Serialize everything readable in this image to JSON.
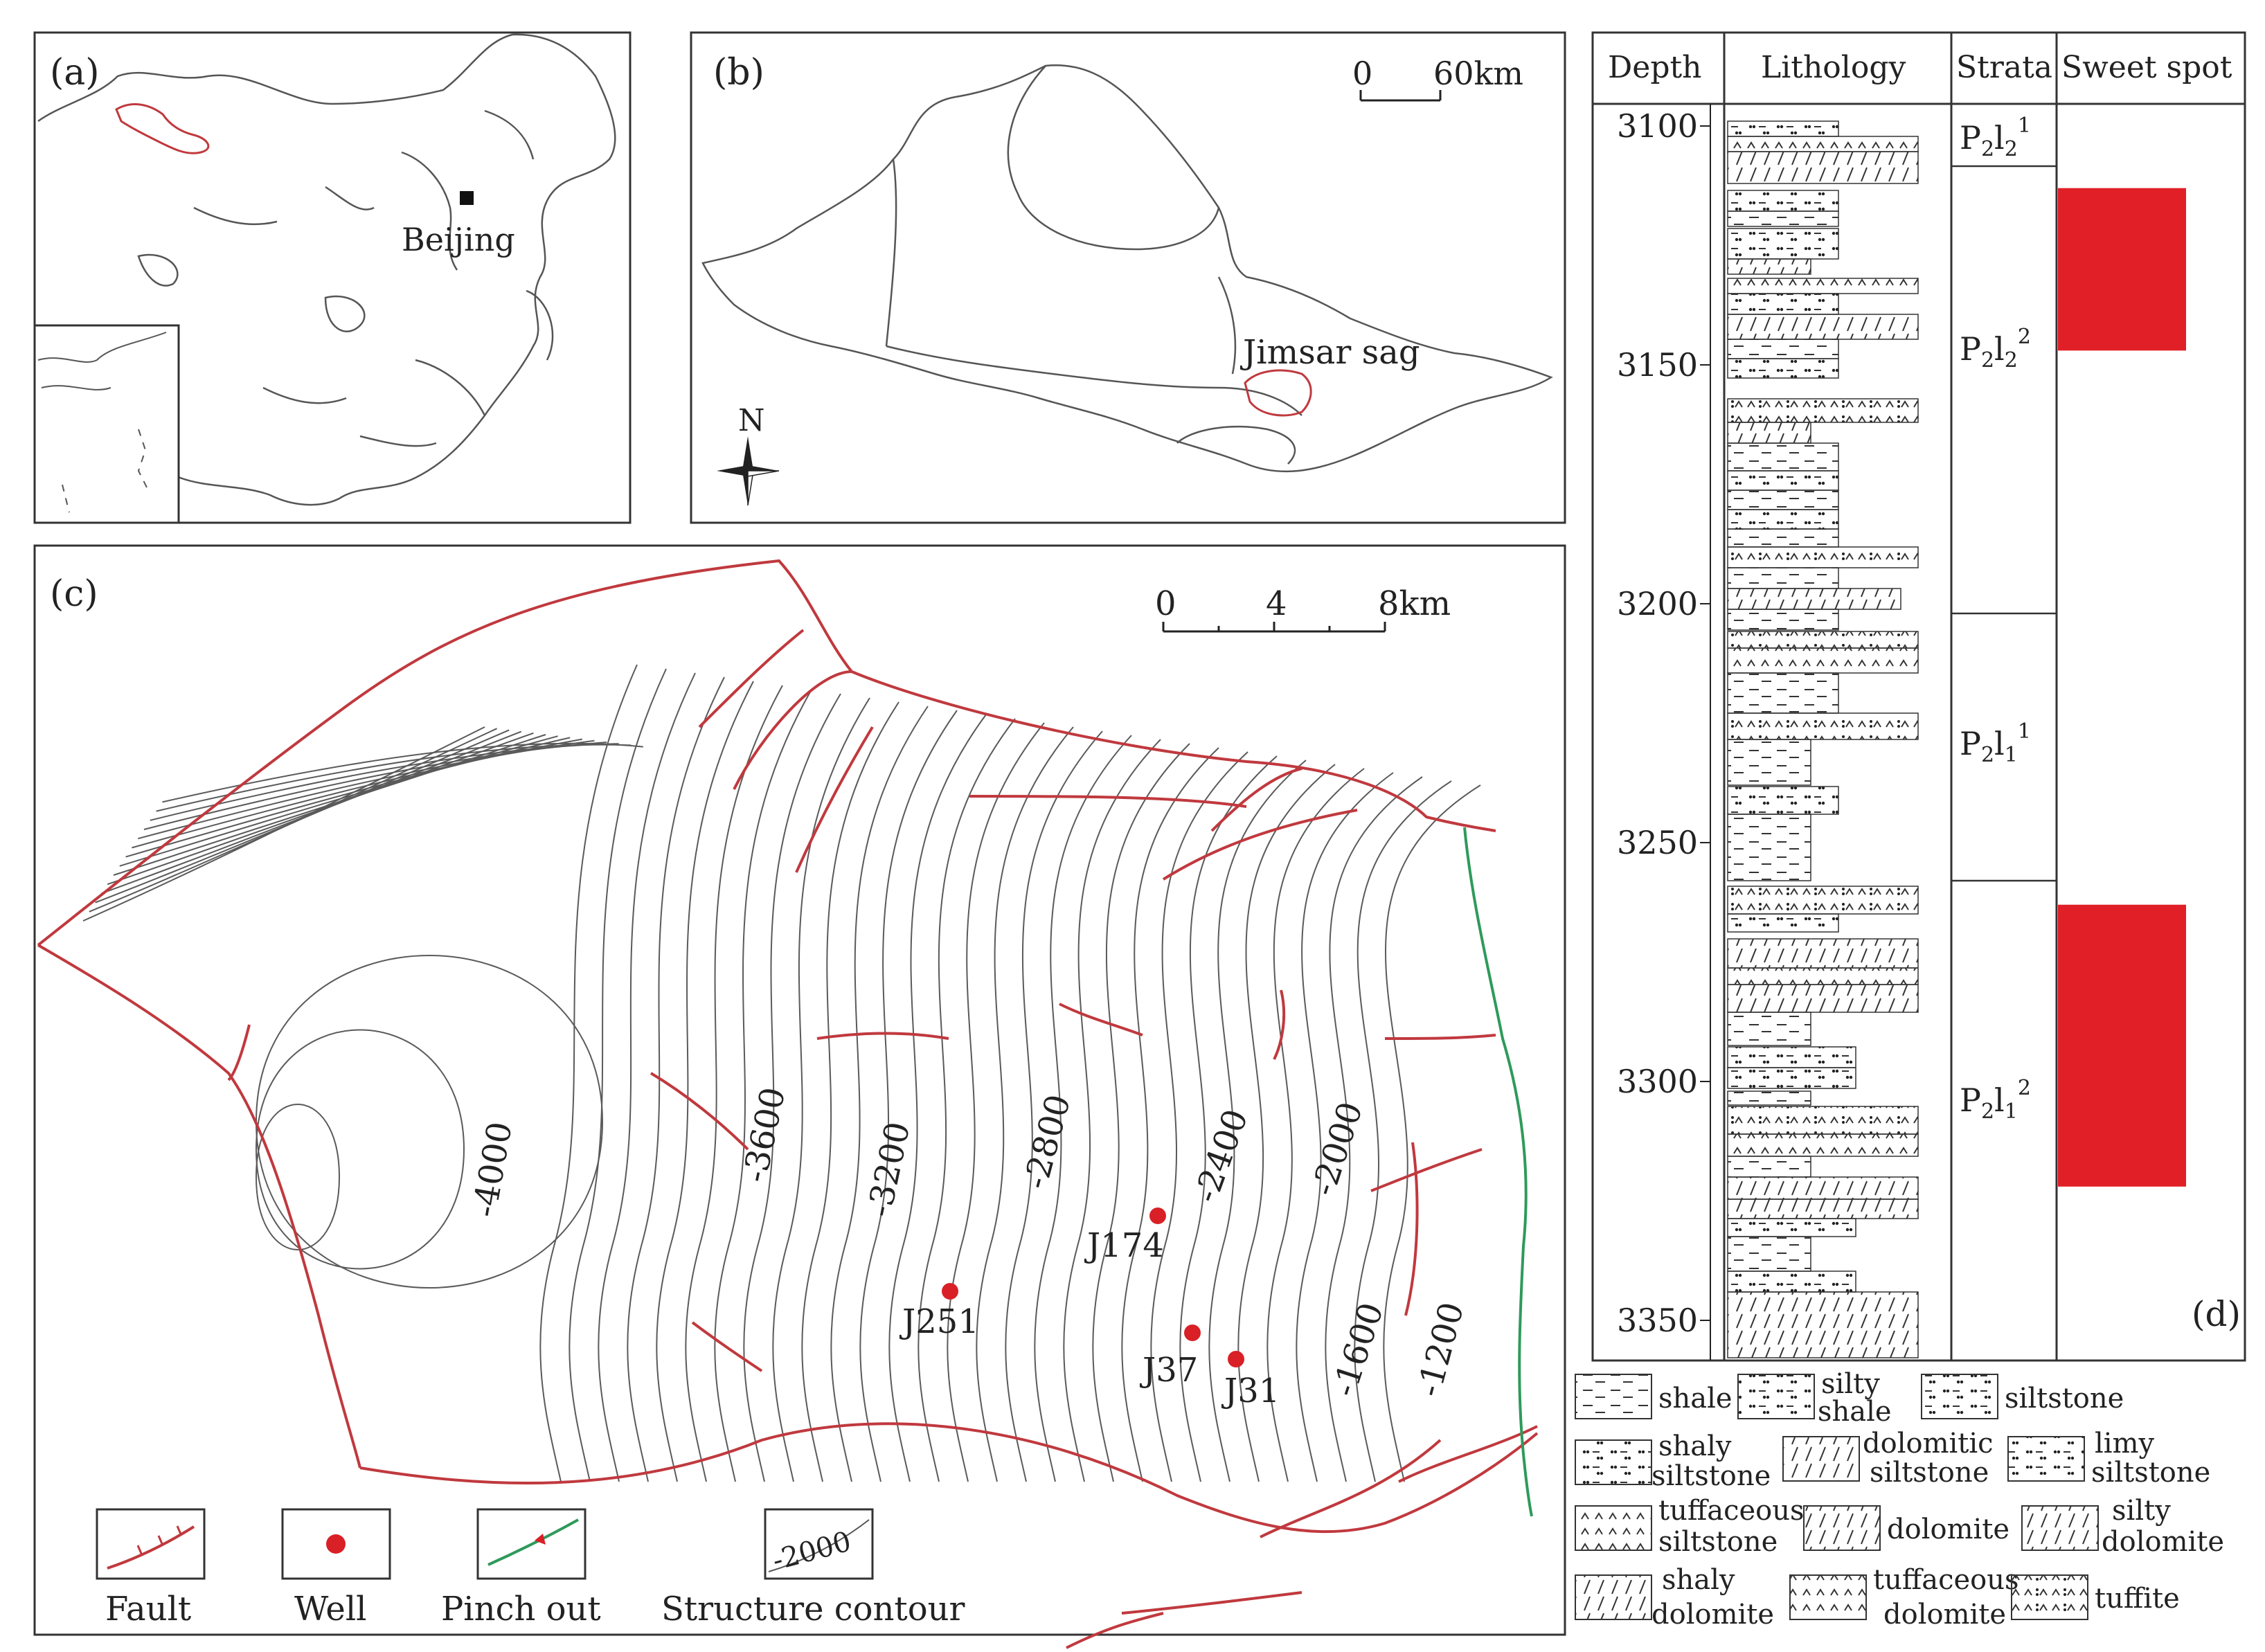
{
  "panel_a": {
    "label": "(a)",
    "city": "Beijing"
  },
  "panel_b": {
    "label": "(b)",
    "scale": {
      "start": "0",
      "end": "60km"
    },
    "north": "N",
    "sag_label": "Jimsar sag"
  },
  "panel_c": {
    "label": "(c)",
    "scale": {
      "ticks": [
        "0",
        "4",
        "8km"
      ]
    },
    "contour_labels": [
      "-4000",
      "-3600",
      "-3200",
      "-2800",
      "-2400",
      "-2000",
      "-1600",
      "-1200"
    ],
    "wells": [
      "J174",
      "J251",
      "J37",
      "J31"
    ],
    "legend": [
      {
        "label": "Fault",
        "icon": "fault-icon"
      },
      {
        "label": "Well",
        "icon": "well-icon"
      },
      {
        "label": "Pinch out",
        "icon": "pinch-out-icon"
      },
      {
        "label": "Structure contour",
        "icon": "structure-contour-icon",
        "sample": "-2000"
      }
    ]
  },
  "panel_d": {
    "label": "(d)",
    "headers": [
      "Depth",
      "Lithology",
      "Strata",
      "Sweet spot"
    ],
    "depth_ticks": [
      "3100",
      "3150",
      "3200",
      "3250",
      "3300",
      "3350"
    ],
    "strata": [
      {
        "main": "P",
        "sub1": "2",
        "mid": "l",
        "sub2": "2",
        "sup": "1"
      },
      {
        "main": "P",
        "sub1": "2",
        "mid": "l",
        "sub2": "2",
        "sup": "2"
      },
      {
        "main": "P",
        "sub1": "2",
        "mid": "l",
        "sub2": "1",
        "sup": "1"
      },
      {
        "main": "P",
        "sub1": "2",
        "mid": "l",
        "sub2": "1",
        "sup": "2"
      }
    ],
    "sweet_spots": [
      {
        "top_m": 3113,
        "bottom_m": 3147
      },
      {
        "top_m": 3263,
        "bottom_m": 3322
      }
    ],
    "sweet_spot_color": "#e11f26"
  },
  "lithology_legend": [
    {
      "lines": [
        "shale"
      ]
    },
    {
      "lines": [
        "silty",
        "shale"
      ]
    },
    {
      "lines": [
        "siltstone"
      ]
    },
    {
      "lines": [
        "shaly",
        "siltstone"
      ]
    },
    {
      "lines": [
        "dolomitic",
        "siltstone"
      ]
    },
    {
      "lines": [
        "limy",
        "siltstone"
      ]
    },
    {
      "lines": [
        "tuffaceous",
        "siltstone"
      ]
    },
    {
      "lines": [
        "dolomite"
      ]
    },
    {
      "lines": [
        "silty",
        "dolomite"
      ]
    },
    {
      "lines": [
        "shaly",
        "dolomite"
      ]
    },
    {
      "lines": [
        "tuffaceous",
        "dolomite"
      ]
    },
    {
      "lines": [
        "tuffite"
      ]
    }
  ],
  "colors": {
    "fault": "#c0393e",
    "pinch_out": "#2e9a5a",
    "well": "#d92027",
    "contour": "#555555"
  }
}
